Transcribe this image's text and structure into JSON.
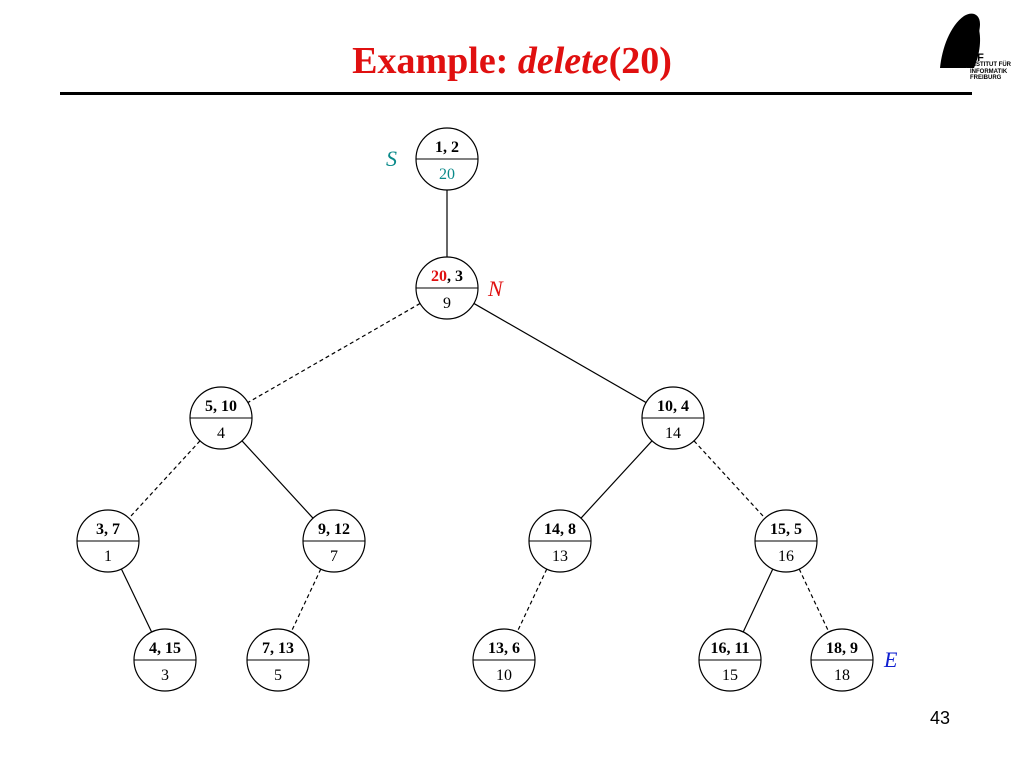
{
  "title": {
    "prefix": "Example: ",
    "function_name": "delete",
    "argument": "(20)"
  },
  "logo": {
    "abbrev": "IIF",
    "line1": "INSTITUT FÜR",
    "line2": "INFORMATIK",
    "line3": "FREIBURG"
  },
  "page_number": "43",
  "colors": {
    "title": "#e01010",
    "highlight_key": "#e01010",
    "s_marker": "#0a8a8a",
    "s_priority": "#0a8a8a",
    "n_marker": "#e01010",
    "e_marker": "#1020d0"
  },
  "nodes": [
    {
      "id": "root",
      "key_parts": [
        "1",
        "2"
      ],
      "priority": "20"
    },
    {
      "id": "n20",
      "key_parts": [
        "20",
        "3"
      ],
      "priority": "9"
    },
    {
      "id": "n5",
      "key_parts": [
        "5",
        "10"
      ],
      "priority": "4"
    },
    {
      "id": "n10",
      "key_parts": [
        "10",
        "4"
      ],
      "priority": "14"
    },
    {
      "id": "n3",
      "key_parts": [
        "3",
        "7"
      ],
      "priority": "1"
    },
    {
      "id": "n9",
      "key_parts": [
        "9",
        "12"
      ],
      "priority": "7"
    },
    {
      "id": "n14",
      "key_parts": [
        "14",
        "8"
      ],
      "priority": "13"
    },
    {
      "id": "n15",
      "key_parts": [
        "15",
        "5"
      ],
      "priority": "16"
    },
    {
      "id": "n4",
      "key_parts": [
        "4",
        "15"
      ],
      "priority": "3"
    },
    {
      "id": "n7",
      "key_parts": [
        "7",
        "13"
      ],
      "priority": "5"
    },
    {
      "id": "n13",
      "key_parts": [
        "13",
        "6"
      ],
      "priority": "10"
    },
    {
      "id": "n16",
      "key_parts": [
        "16",
        "11"
      ],
      "priority": "15"
    },
    {
      "id": "n18",
      "key_parts": [
        "18",
        "9"
      ],
      "priority": "18"
    }
  ],
  "edges": [
    {
      "from": "root",
      "to": "n20",
      "style": "solid"
    },
    {
      "from": "n20",
      "to": "n5",
      "style": "dashed"
    },
    {
      "from": "n20",
      "to": "n10",
      "style": "solid"
    },
    {
      "from": "n5",
      "to": "n3",
      "style": "dashed"
    },
    {
      "from": "n5",
      "to": "n9",
      "style": "solid"
    },
    {
      "from": "n10",
      "to": "n14",
      "style": "solid"
    },
    {
      "from": "n10",
      "to": "n15",
      "style": "dashed"
    },
    {
      "from": "n3",
      "to": "n4",
      "style": "solid"
    },
    {
      "from": "n9",
      "to": "n7",
      "style": "dashed"
    },
    {
      "from": "n14",
      "to": "n13",
      "style": "dashed"
    },
    {
      "from": "n15",
      "to": "n16",
      "style": "solid"
    },
    {
      "from": "n15",
      "to": "n18",
      "style": "dashed"
    }
  ],
  "markers": {
    "s": "S",
    "n": "N",
    "e": "E"
  }
}
